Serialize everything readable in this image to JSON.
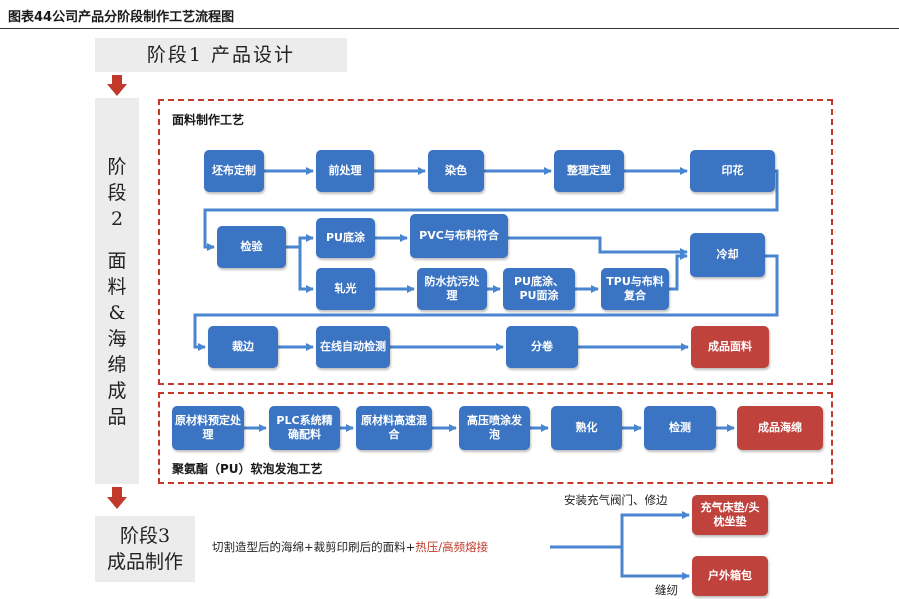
{
  "title": "图表44公司产品分阶段制作工艺流程图",
  "stage1": "阶段1  产品设计",
  "stage2": [
    "阶",
    "段",
    "2",
    "",
    "面",
    "料",
    "&",
    "海",
    "绵",
    "成",
    "品"
  ],
  "stage3": [
    "阶段3",
    "成品制作"
  ],
  "fabric": {
    "label": "面料制作工艺",
    "row1": [
      "坯布定制",
      "前处理",
      "染色",
      "整理定型",
      "印花"
    ],
    "inspect": "检验",
    "branch_a": [
      "PU底涂",
      "PVC与布料符合"
    ],
    "branch_b": [
      "轧光",
      "防水抗污处理",
      "PU底涂、PU面涂",
      "TPU与布料复合"
    ],
    "cool": "冷却",
    "row4": [
      "裁边",
      "在线自动检测",
      "分卷",
      "成品面料"
    ]
  },
  "foam": {
    "label": "聚氨酯（PU）软泡发泡工艺",
    "steps": [
      "原材料预定处理",
      "PLC系统精确配料",
      "原材料高速混合",
      "高压喷涂发泡",
      "熟化",
      "检测",
      "成品海绵"
    ]
  },
  "stage3_flow": {
    "input_plain": "切割造型后的海绵+裁剪印刷后的面料+",
    "input_highlight": "热压/高频熔接",
    "upper_note": "安装充气阀门、修边",
    "lower_note": "缝纫",
    "product_a": "充气床垫/头枕坐垫",
    "product_b": "户外箱包"
  },
  "colors": {
    "node_blue": "#3b74c3",
    "node_red": "#c0423d",
    "accent_red": "#c0392b",
    "stage_gray": "#ececec"
  }
}
